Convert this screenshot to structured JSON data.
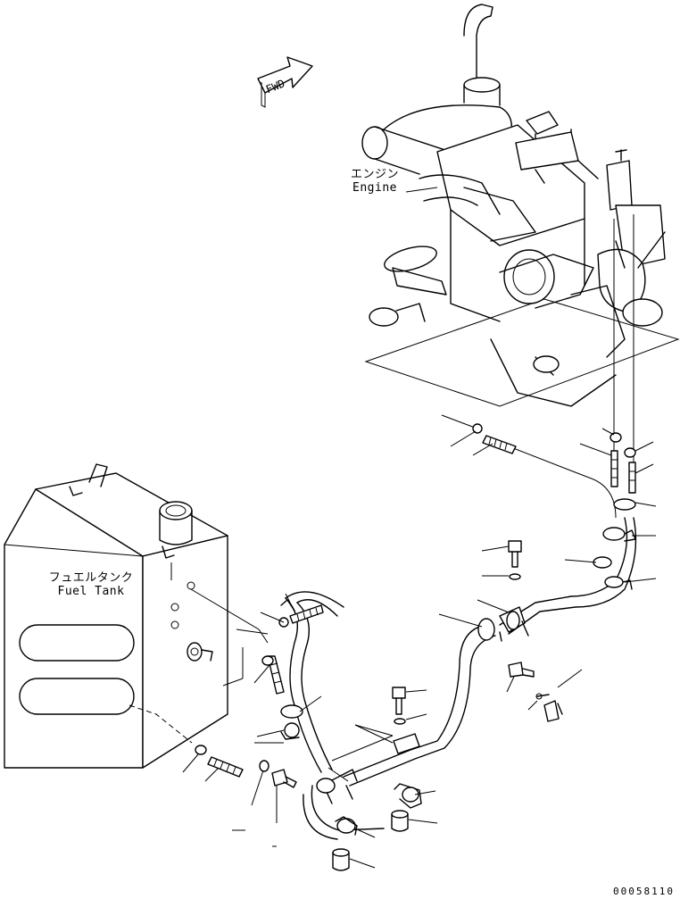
{
  "arrow": {
    "text": "FWD"
  },
  "labels": {
    "engine_jp": "エンジン",
    "engine_en": "Engine",
    "tank_jp": "フュエルタンク",
    "tank_en": "Fuel Tank"
  },
  "drawing_code": "00058110"
}
